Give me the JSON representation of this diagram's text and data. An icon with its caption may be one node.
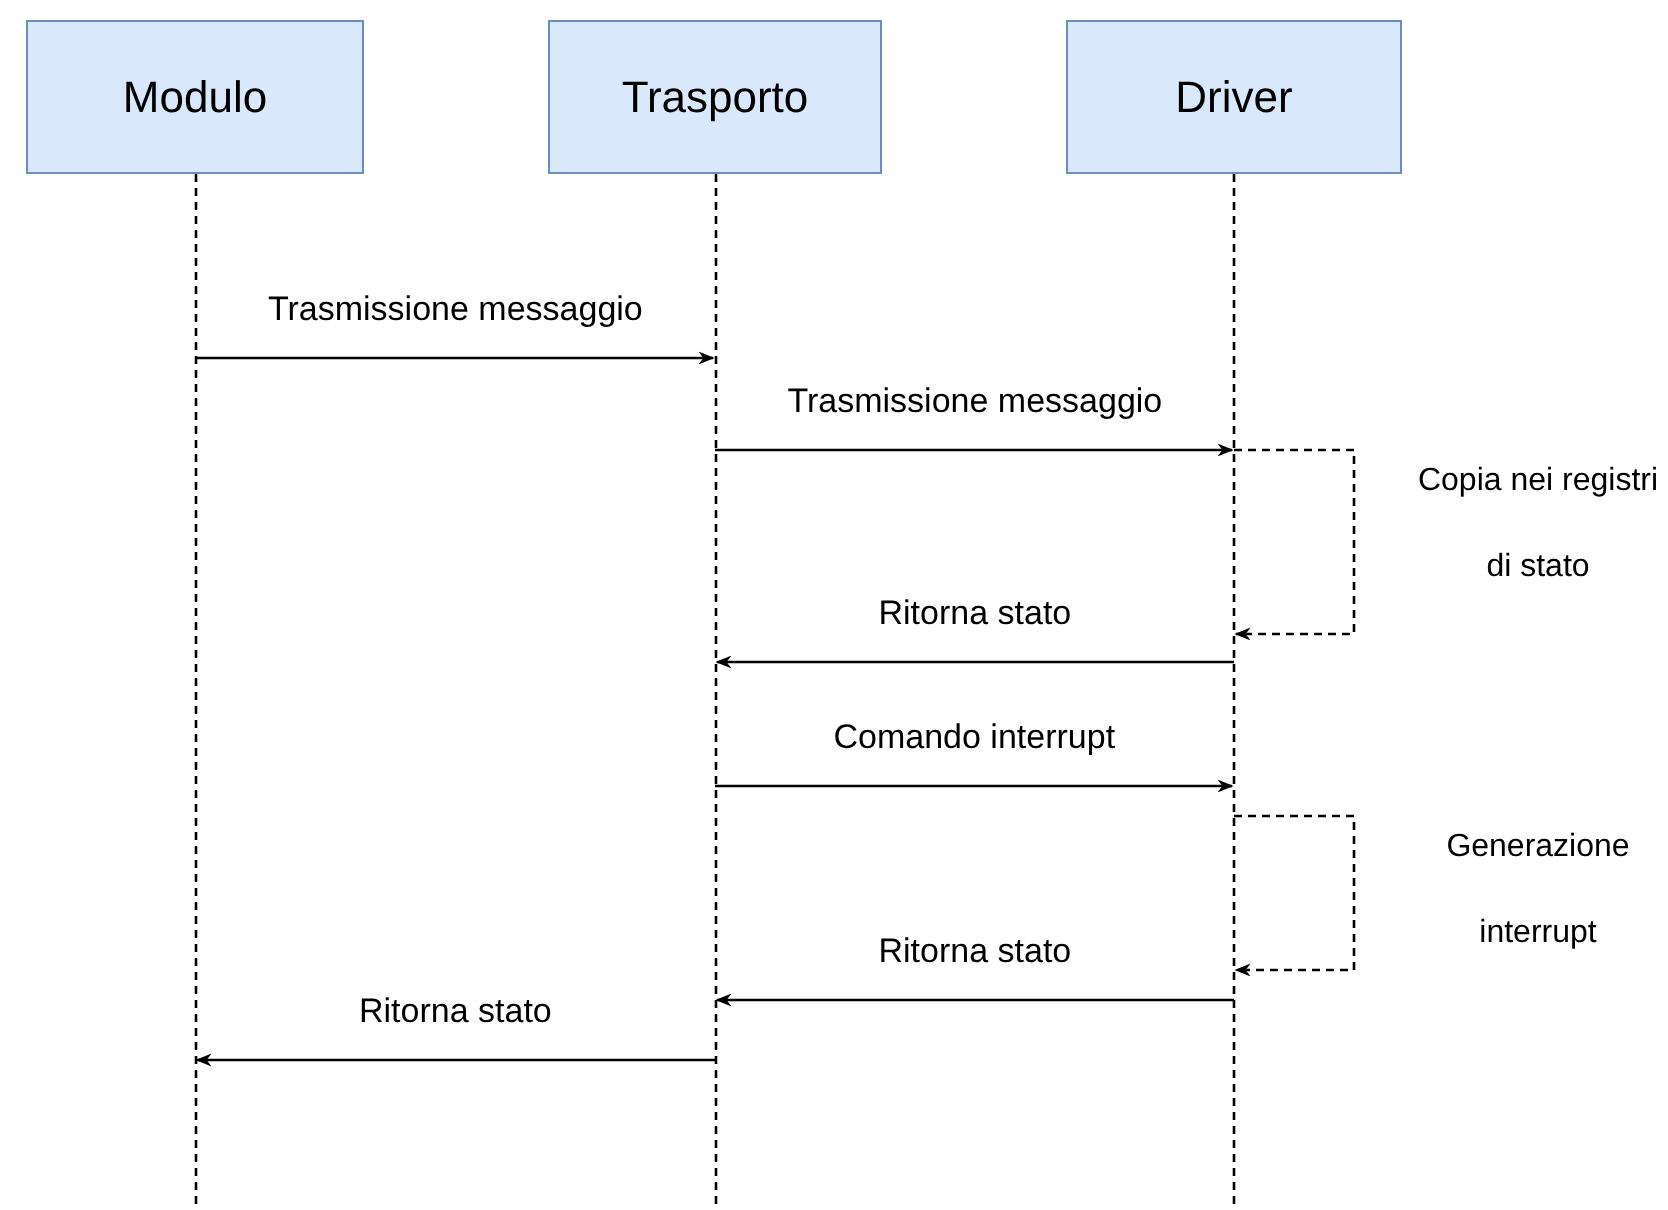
{
  "diagram": {
    "nodes": [
      {
        "text": [
          "Modulo"
        ]
      },
      {
        "text": [
          "Trasporto"
        ]
      },
      {
        "text": [
          "Driver"
        ]
      }
    ],
    "edges": [
      {
        "from": 0,
        "to": 1,
        "arrow": "to",
        "label": "Trasmissione messaggio"
      },
      {
        "from": 1,
        "to": 2,
        "arrow": "to",
        "label": "Trasmissione messaggio"
      },
      {
        "from": 2,
        "to": 2,
        "arrow": "to",
        "label": "Copia nei registri di stato",
        "style": "dashed"
      },
      {
        "from": 2,
        "to": 1,
        "arrow": "to",
        "label": "Ritorna stato"
      },
      {
        "from": 1,
        "to": 2,
        "arrow": "to",
        "label": "Comando interrupt"
      },
      {
        "from": 2,
        "to": 2,
        "arrow": "to",
        "label": "Generazione interrupt",
        "style": "dashed"
      },
      {
        "from": 2,
        "to": 1,
        "arrow": "to",
        "label": "Ritorna stato"
      },
      {
        "from": 1,
        "to": 0,
        "arrow": "to",
        "label": "Ritorna stato"
      }
    ]
  }
}
